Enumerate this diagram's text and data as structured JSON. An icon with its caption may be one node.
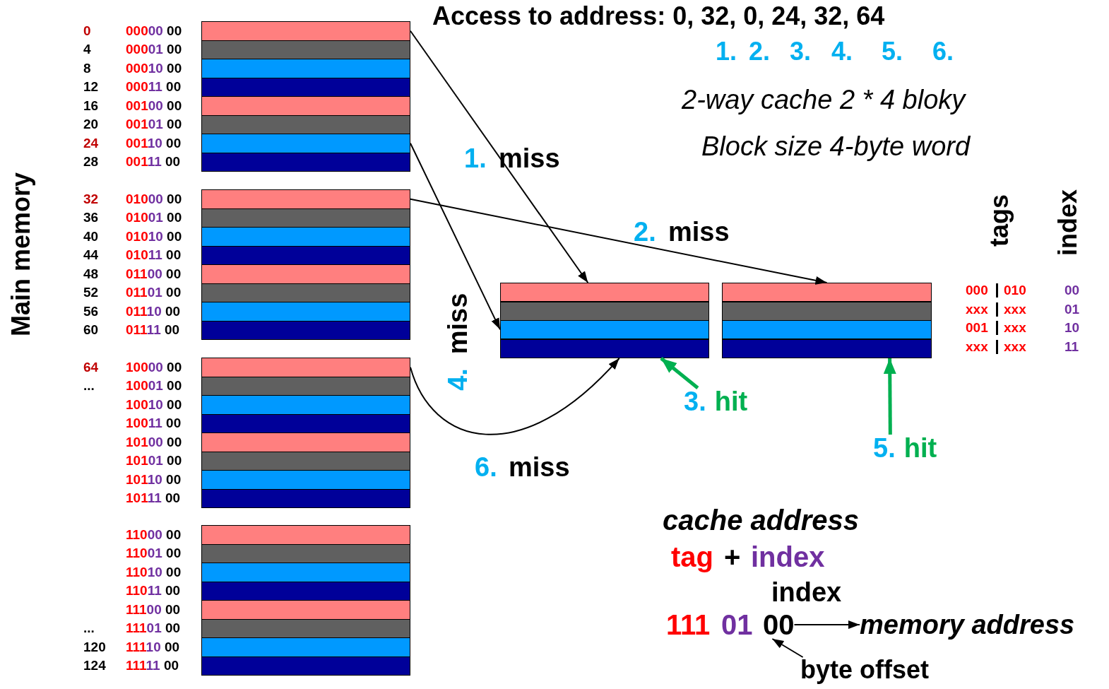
{
  "diagram": {
    "title": "Access to address: 0, 32, 0, 24, 32, 64",
    "nodes": [
      {
        "text": [],
        "shape": "bar"
      },
      {
        "text": [],
        "shape": "bar"
      },
      {
        "text": [],
        "shape": "bar"
      },
      {
        "text": [],
        "shape": "bar"
      },
      {
        "text": [],
        "shape": "bar"
      },
      {
        "text": [],
        "shape": "bar"
      },
      {
        "text": [],
        "shape": "bar"
      },
      {
        "text": [],
        "shape": "bar"
      },
      {
        "text": [],
        "shape": "bar"
      },
      {
        "text": [],
        "shape": "bar"
      },
      {
        "text": [],
        "shape": "bar"
      },
      {
        "text": [],
        "shape": "bar"
      },
      {
        "text": [],
        "shape": "bar"
      },
      {
        "text": [],
        "shape": "bar"
      },
      {
        "text": [],
        "shape": "bar"
      },
      {
        "text": [],
        "shape": "bar"
      },
      {
        "text": [],
        "shape": "bar"
      },
      {
        "text": [],
        "shape": "bar"
      },
      {
        "text": [],
        "shape": "bar"
      },
      {
        "text": [],
        "shape": "bar"
      },
      {
        "text": [],
        "shape": "bar"
      },
      {
        "text": [],
        "shape": "bar"
      },
      {
        "text": [],
        "shape": "bar"
      },
      {
        "text": [],
        "shape": "bar"
      },
      {
        "text": [],
        "shape": "bar"
      },
      {
        "text": [],
        "shape": "bar"
      },
      {
        "text": [],
        "shape": "bar"
      },
      {
        "text": [],
        "shape": "bar"
      },
      {
        "text": [],
        "shape": "bar"
      },
      {
        "text": [],
        "shape": "bar"
      },
      {
        "text": [],
        "shape": "bar"
      },
      {
        "text": [],
        "shape": "bar"
      },
      {
        "text": [],
        "shape": "box"
      },
      {
        "text": [],
        "shape": "box"
      },
      {
        "text": [
          "3.",
          "hit"
        ]
      },
      {
        "text": [
          "5.",
          "hit"
        ]
      },
      {
        "text": [
          "00"
        ]
      },
      {
        "text": [
          "byte offset"
        ]
      },
      {
        "text": [
          "memory address"
        ]
      }
    ],
    "edges": [
      {
        "from": 0,
        "to": 32,
        "arrow": "to"
      },
      {
        "from": 8,
        "to": 33,
        "arrow": "to"
      },
      {
        "from": 34,
        "to": 32,
        "arrow": "to",
        "style": "thick",
        "color": "#00b050"
      },
      {
        "from": 6,
        "to": 32,
        "arrow": "to"
      },
      {
        "from": 35,
        "to": 33,
        "arrow": "to",
        "style": "thick",
        "color": "#00b050"
      },
      {
        "from": 16,
        "to": 32,
        "arrow": "to"
      },
      {
        "from": 37,
        "to": 36,
        "arrow": "to"
      },
      {
        "from": 36,
        "to": 38,
        "arrow": "to"
      }
    ],
    "labels": [
      "0",
      "00000 00",
      "4",
      "00001 00",
      "8",
      "00010 00",
      "12",
      "00011 00",
      "16",
      "00100 00",
      "20",
      "00101 00",
      "24",
      "00110 00",
      "28",
      "00111 00",
      "32",
      "01000 00",
      "36",
      "01001 00",
      "40",
      "01010 00",
      "44",
      "01011 00",
      "48",
      "01100 00",
      "52",
      "01101 00",
      "56",
      "01110 00",
      "60",
      "01111 00",
      "64",
      "10000 00",
      "...",
      "10001 00",
      "10010 00",
      "10011 00",
      "10100 00",
      "10101 00",
      "10110 00",
      "10111 00",
      "11000 00",
      "11001 00",
      "11010 00",
      "11011 00",
      "11100 00",
      "...",
      "11101 00",
      "120",
      "11110 00",
      "124",
      "11111 00",
      "1.",
      "2.",
      "3.",
      "4.",
      "5.",
      "6.",
      "2-way cache 2 * 4 bloky",
      "Block size 4-byte word",
      "Main memory",
      "1.",
      "miss",
      "2.",
      "miss",
      "4.",
      "miss",
      "6.",
      "miss",
      "tags",
      "index",
      "000",
      "010",
      "00",
      "xxx",
      "xxx",
      "01",
      "001",
      "xxx",
      "10",
      "xxx",
      "xxx",
      "11",
      "cache address",
      "tag",
      "+",
      "index",
      "index",
      "111",
      "01"
    ]
  }
}
